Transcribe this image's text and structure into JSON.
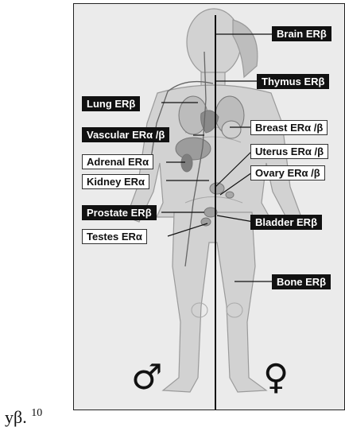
{
  "labels": {
    "brain": "Brain ERβ",
    "thymus": "Thymus ERβ",
    "lung": "Lung ERβ",
    "vascular": "Vascular ERα /β",
    "breast": "Breast ERα /β",
    "adrenal": "Adrenal ERα",
    "uterus": "Uterus ERα /β",
    "kidney": "Kidney ERα",
    "ovary": "Ovary ERα /β",
    "prostate": "Prostate ERβ",
    "bladder": "Bladder ERβ",
    "testes": "Testes ERα",
    "bone": "Bone ERβ"
  },
  "symbols": {
    "male": "♂",
    "female": "♀"
  },
  "caption": {
    "text": "yβ.",
    "footnote": "10"
  }
}
